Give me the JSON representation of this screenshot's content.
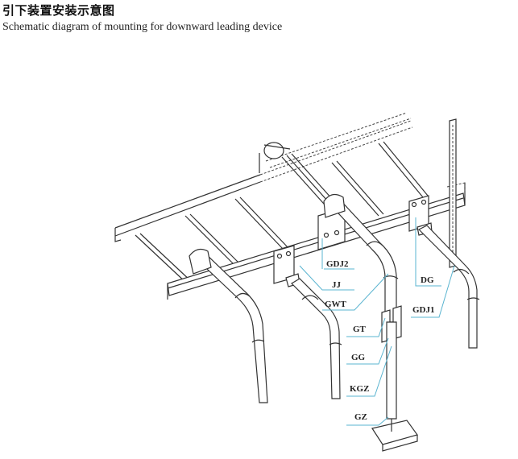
{
  "title": {
    "chinese": "引下装置安装示意图",
    "english": "Schematic diagram of mounting for downward leading device"
  },
  "labels": {
    "gdj2": "GDJ2",
    "jj": "JJ",
    "gwt": "GWT",
    "gt": "GT",
    "gg": "GG",
    "kgz": "KGZ",
    "gz": "GZ",
    "dg": "DG",
    "gdj1": "GDJ1"
  },
  "colors": {
    "leader_line": "#5ab4d0",
    "line_art": "#333333"
  }
}
